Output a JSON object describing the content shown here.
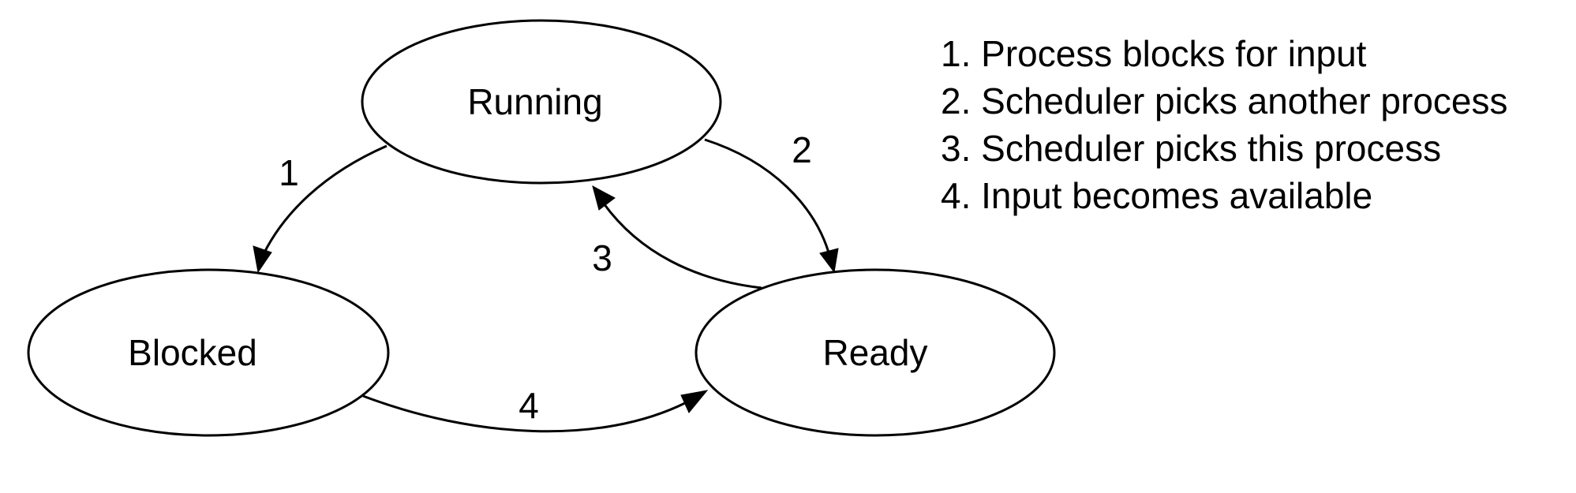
{
  "diagram": {
    "states": {
      "running": "Running",
      "blocked": "Blocked",
      "ready": "Ready"
    },
    "transitions": [
      {
        "number": "1",
        "from": "Running",
        "to": "Blocked"
      },
      {
        "number": "2",
        "from": "Running",
        "to": "Ready"
      },
      {
        "number": "3",
        "from": "Ready",
        "to": "Running"
      },
      {
        "number": "4",
        "from": "Blocked",
        "to": "Ready"
      }
    ]
  },
  "legend": {
    "items": [
      "1. Process blocks for input",
      "2. Scheduler picks another process",
      "3. Scheduler picks this process",
      "4. Input becomes available"
    ]
  }
}
